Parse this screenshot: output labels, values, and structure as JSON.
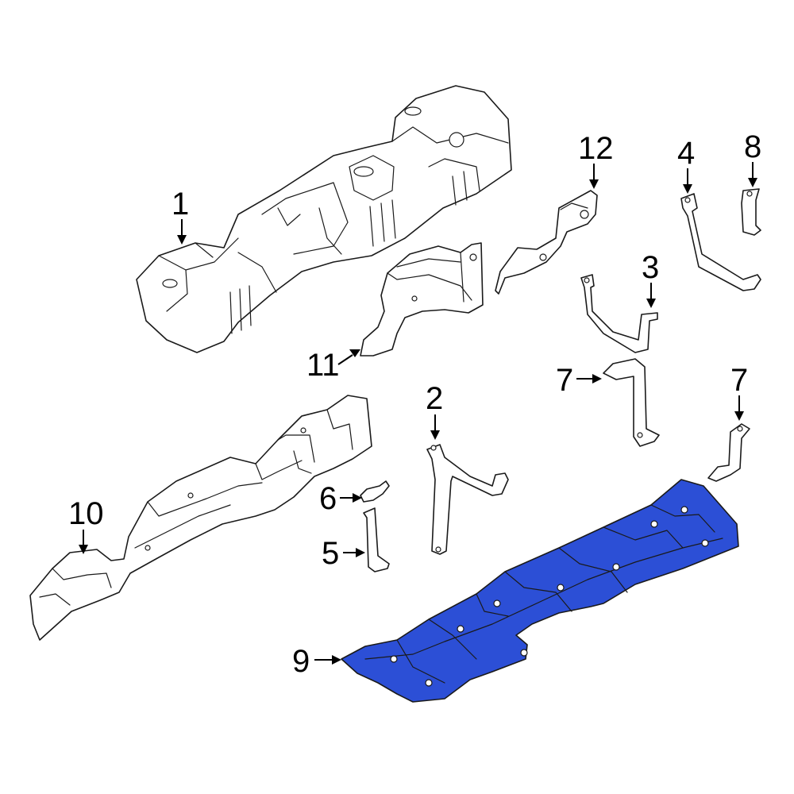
{
  "diagram": {
    "highlight_color": "#2c4fd6",
    "outline_color": "#1a1a1a",
    "callouts": [
      {
        "id": "c1",
        "label": "1"
      },
      {
        "id": "c2",
        "label": "2"
      },
      {
        "id": "c3",
        "label": "3"
      },
      {
        "id": "c4",
        "label": "4"
      },
      {
        "id": "c5",
        "label": "5"
      },
      {
        "id": "c6",
        "label": "6"
      },
      {
        "id": "c7a",
        "label": "7"
      },
      {
        "id": "c7b",
        "label": "7"
      },
      {
        "id": "c8",
        "label": "8"
      },
      {
        "id": "c9",
        "label": "9"
      },
      {
        "id": "c10",
        "label": "10"
      },
      {
        "id": "c11",
        "label": "11"
      },
      {
        "id": "c12",
        "label": "12"
      }
    ]
  }
}
